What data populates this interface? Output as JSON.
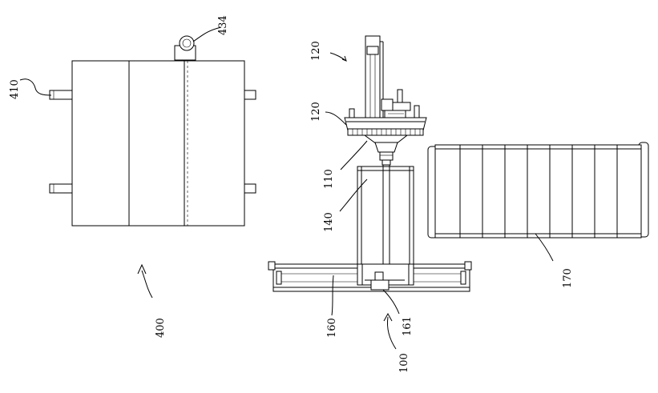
{
  "labels": {
    "l434": "434",
    "l410": "410",
    "l400": "400",
    "l120a": "120",
    "l120b": "120",
    "l110": "110",
    "l140": "140",
    "l160": "160",
    "l161": "161",
    "l100": "100",
    "l170": "170"
  }
}
